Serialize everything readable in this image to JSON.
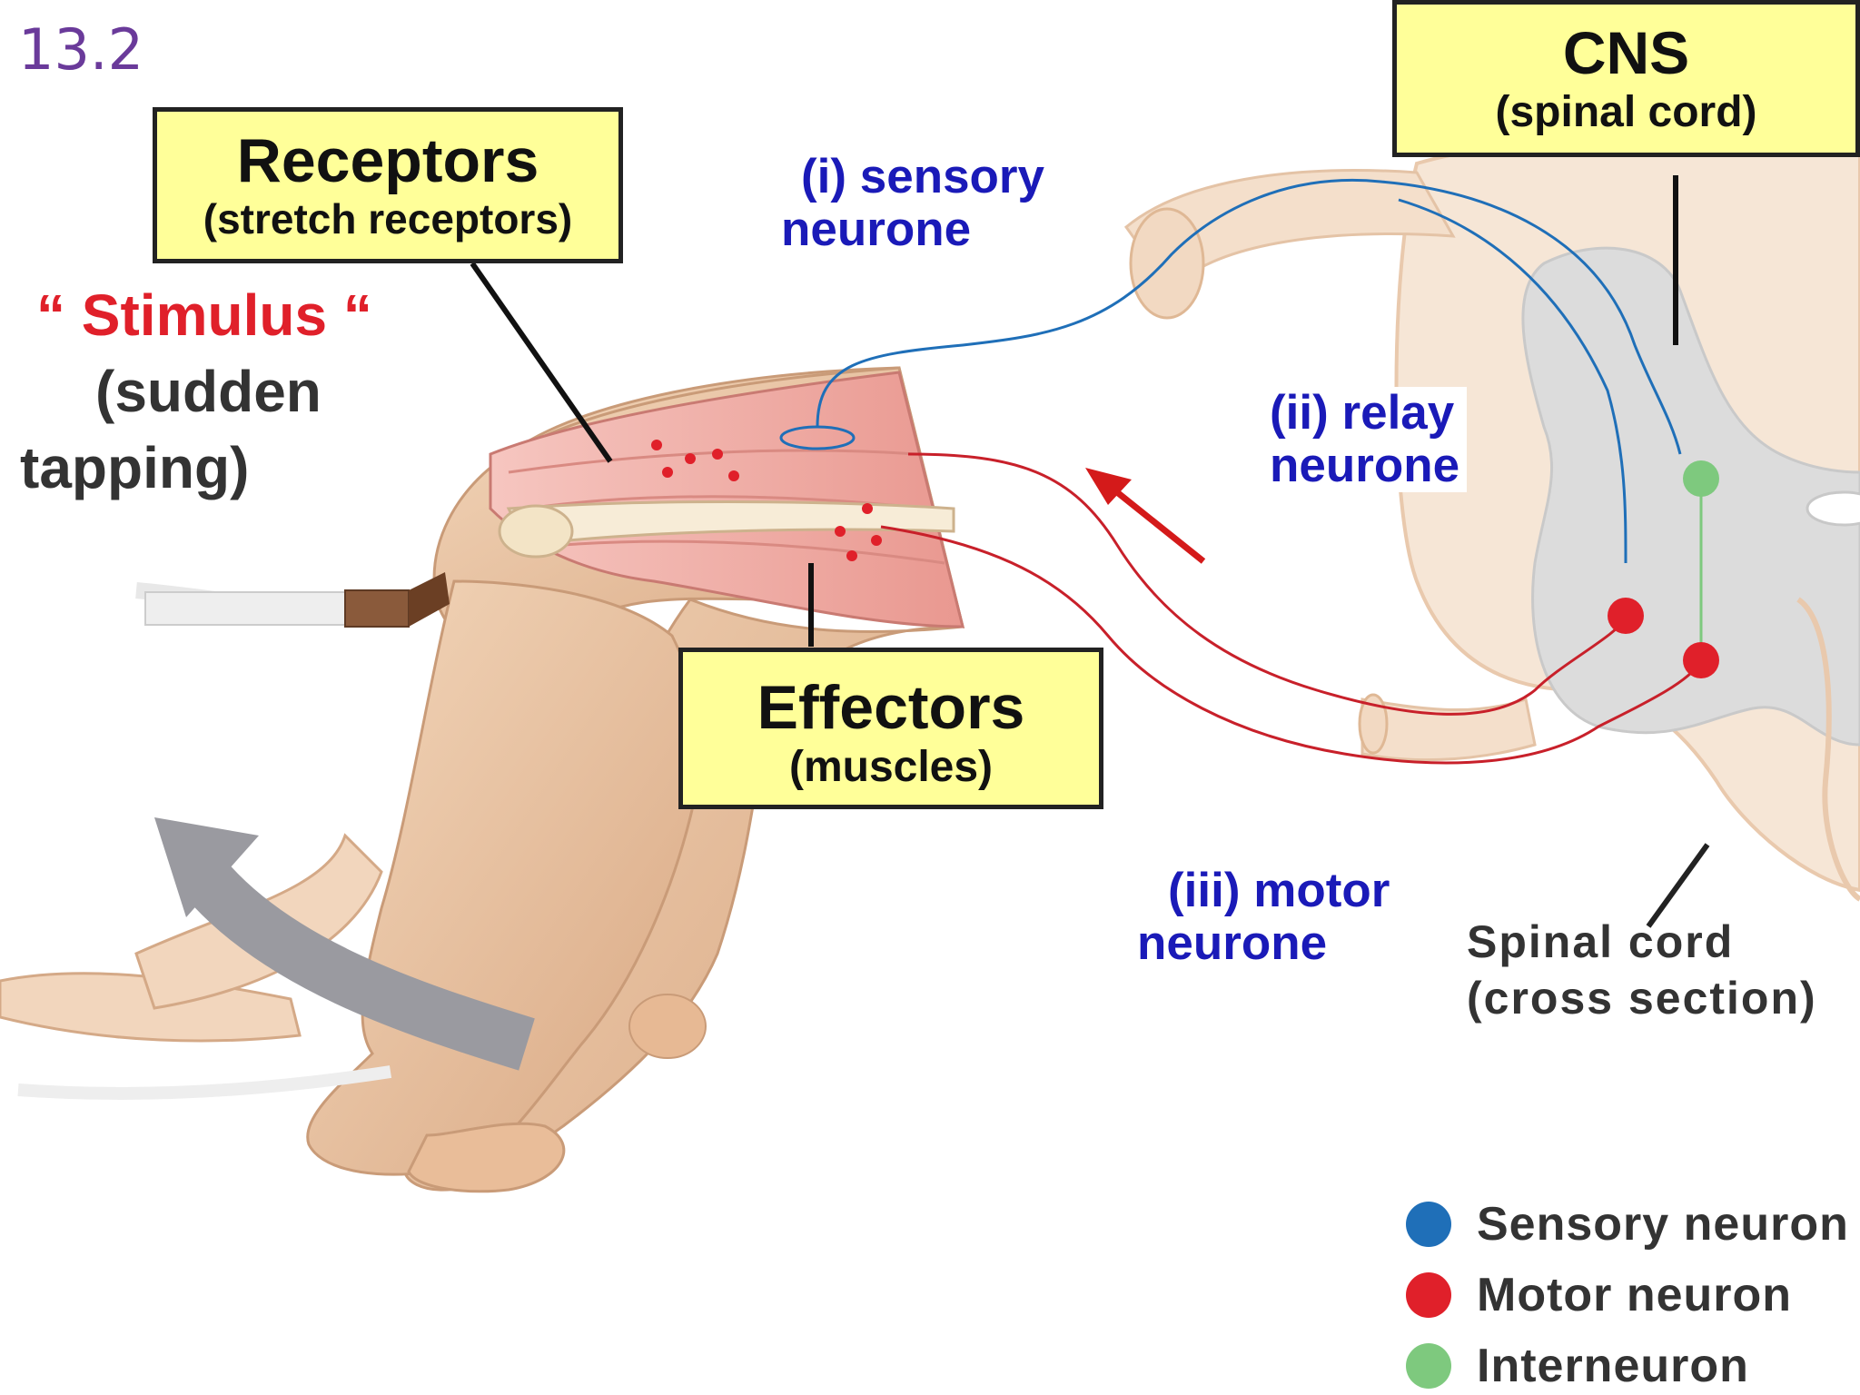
{
  "slide_number": "13.2",
  "receptors": {
    "title": "Receptors",
    "subtitle": "(stretch receptors)"
  },
  "cns": {
    "title": "CNS",
    "subtitle": "(spinal cord)"
  },
  "effectors": {
    "title": "Effectors",
    "subtitle": "(muscles)"
  },
  "stimulus": {
    "title": "“ Stimulus “",
    "line1": "(sudden",
    "line2": "tapping)"
  },
  "sensory_neurone": {
    "line1": "(i) sensory",
    "line2": "neurone"
  },
  "relay_neurone": {
    "line1": "(ii) relay",
    "line2": "neurone"
  },
  "motor_neurone": {
    "line1": "(iii) motor",
    "line2": "neurone"
  },
  "spinal_cord_label": {
    "line1": "Spinal cord",
    "line2": "(cross section)"
  },
  "legend": [
    {
      "label": "Sensory neuron",
      "color": "#1f6fb8"
    },
    {
      "label": "Motor neuron",
      "color": "#e0202a"
    },
    {
      "label": "Interneuron",
      "color": "#7ec97e"
    }
  ],
  "colors": {
    "box_fill": "#ffff99",
    "label_blue": "#1a1ab8",
    "stimulus_red": "#e0202a",
    "slide_number": "#6a3a9a"
  }
}
